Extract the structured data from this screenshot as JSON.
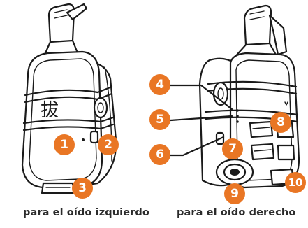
{
  "colors": {
    "badge": "#e97624",
    "outline": "#1a1a1a"
  },
  "captions": {
    "left": "para el oído izquierdo",
    "right": "para el oído derecho"
  },
  "callouts": [
    "1",
    "2",
    "3",
    "4",
    "5",
    "6",
    "7",
    "8",
    "9",
    "10"
  ],
  "logo_glyph": "拔"
}
